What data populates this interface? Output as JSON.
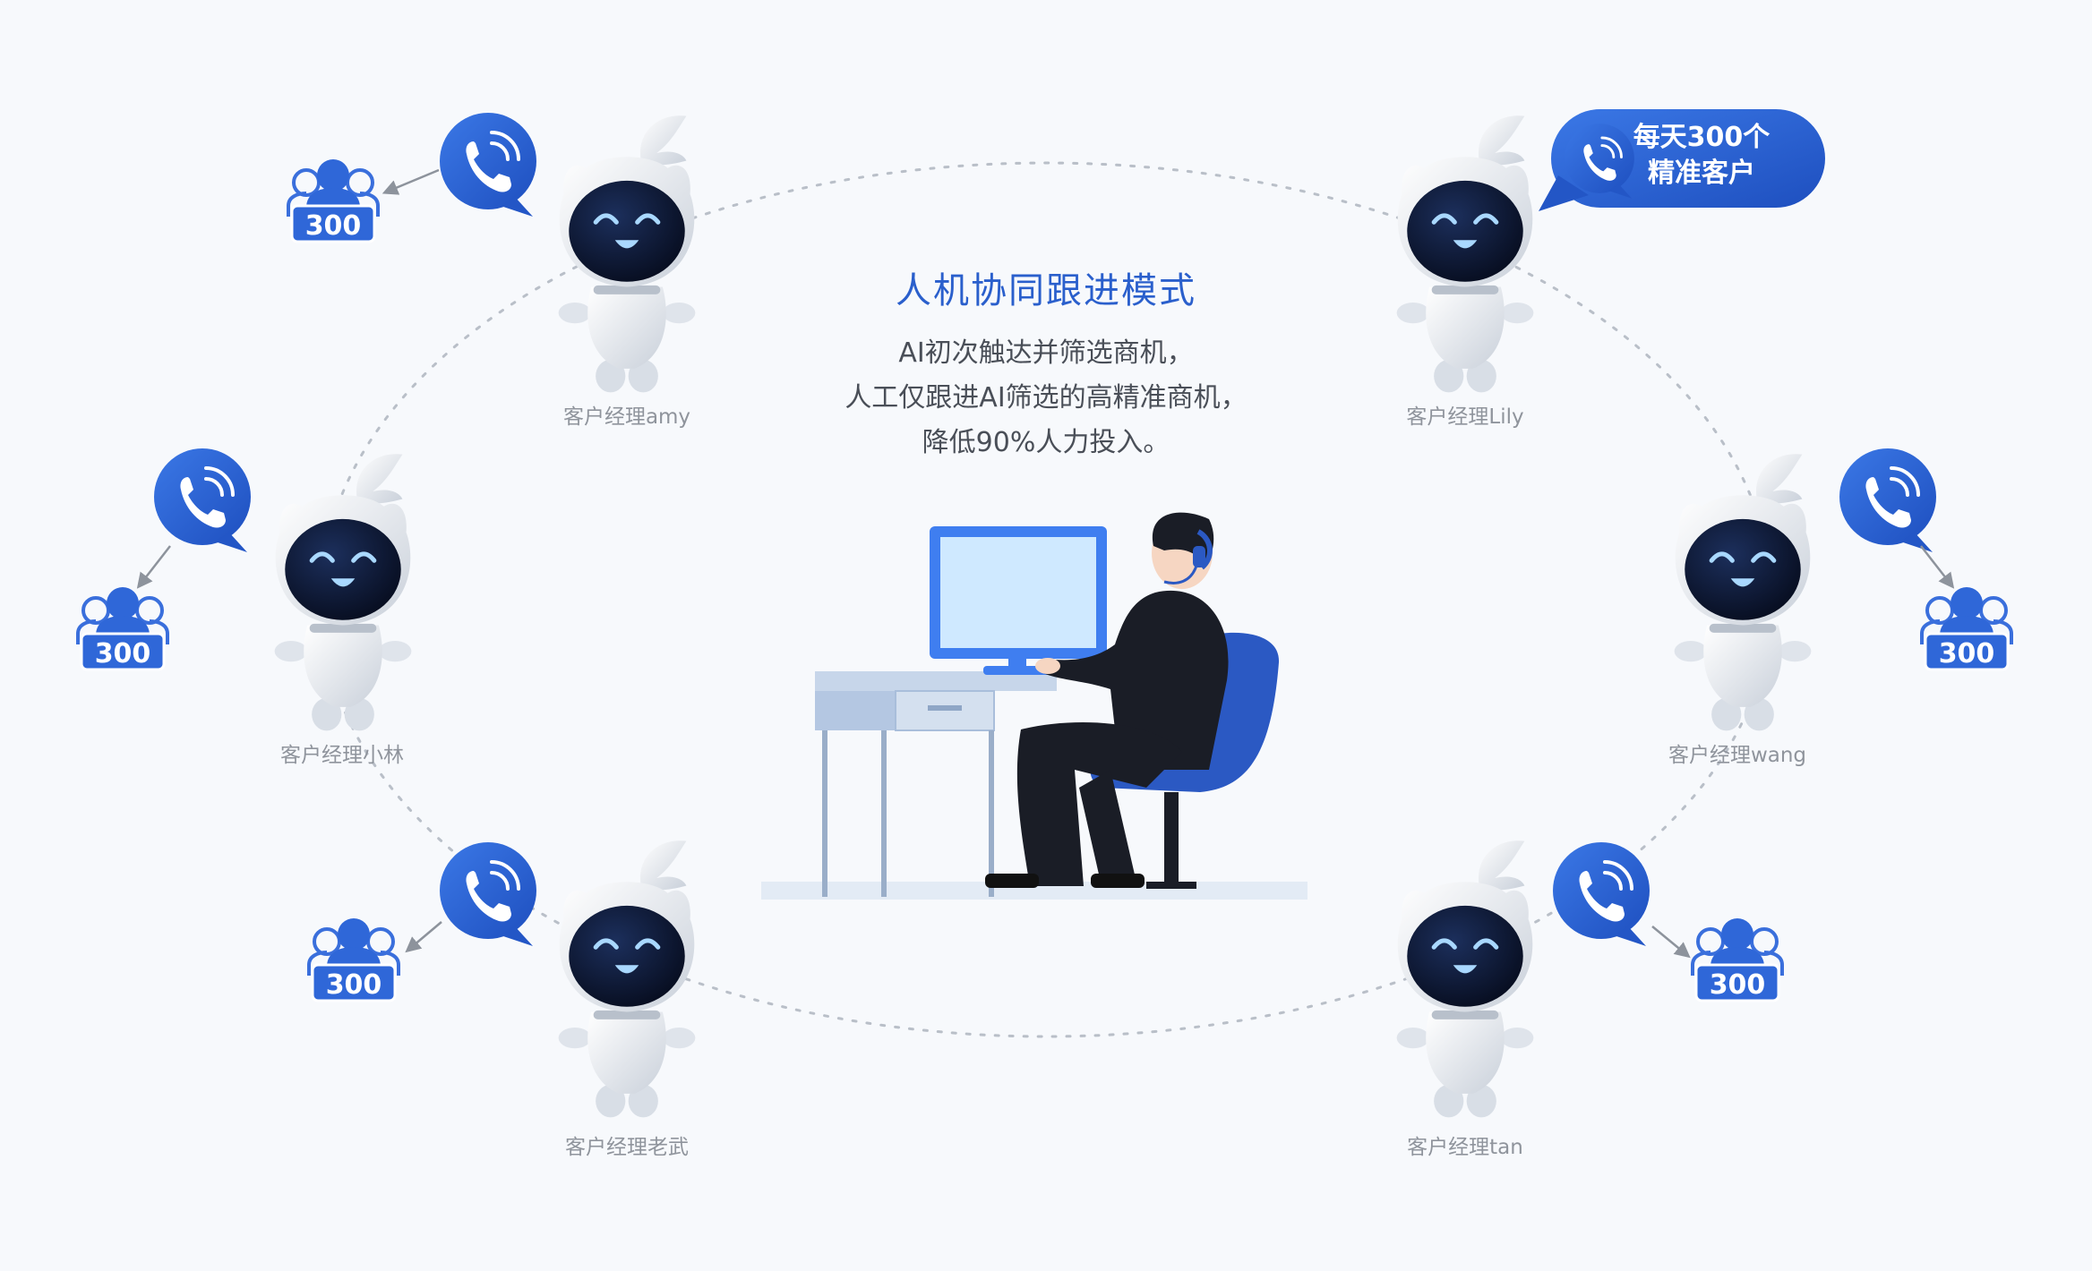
{
  "center": {
    "title": "人机协同跟进模式",
    "lines": [
      "AI初次触达并筛选商机，",
      "人工仅跟进AI筛选的高精准商机，",
      "降低90%人力投入。"
    ]
  },
  "big_bubble": {
    "line1": "每天300个",
    "line2": "精准客户"
  },
  "robots": [
    {
      "label": "客户经理amy",
      "badge": "300"
    },
    {
      "label": "客户经理小林",
      "badge": "300"
    },
    {
      "label": "客户经理老武",
      "badge": "300"
    },
    {
      "label": "客户经理Lily",
      "badge": ""
    },
    {
      "label": "客户经理wang",
      "badge": "300"
    },
    {
      "label": "客户经理tan",
      "badge": "300"
    }
  ],
  "colors": {
    "accent": "#2a5fcc",
    "bubble": "#2f67d8",
    "bubble_dark": "#1f4fb8",
    "robot_face": "#0e1a35",
    "robot_eye": "#a9d8ff",
    "robot_body": "#e6eaf0",
    "orbit": "#b9bfc8",
    "chair": "#2b59c3",
    "monitor": "#3f7ef0",
    "screen": "#cfe9ff",
    "desk": "#d9e4f2"
  },
  "icons": {
    "phone": "phone-icon",
    "user_group": "user-group-icon",
    "robot": "robot-icon",
    "agent": "customer-service-agent-icon"
  }
}
